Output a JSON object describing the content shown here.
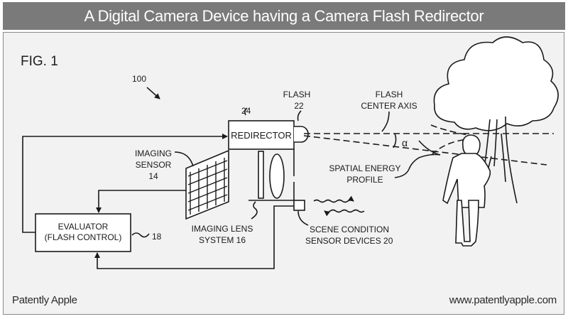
{
  "title": "A Digital Camera Device having a Camera Flash Redirector",
  "figure": {
    "label": "FIG. 1",
    "ref_system": "100",
    "blocks": {
      "redirector": {
        "label": "REDIRECTOR",
        "ref": "24"
      },
      "evaluator": {
        "line1": "EVALUATOR",
        "line2": "(FLASH CONTROL)",
        "ref": "18"
      }
    },
    "labels": {
      "flash_line1": "FLASH",
      "flash_line2": "22",
      "flash_axis_line1": "FLASH",
      "flash_axis_line2": "CENTER AXIS",
      "alpha": "α",
      "imaging_sensor_line1": "IMAGING",
      "imaging_sensor_line2": "SENSOR",
      "imaging_sensor_line3": "14",
      "spatial_line1": "SPATIAL ENERGY",
      "spatial_line2": "PROFILE",
      "lens_line1": "IMAGING LENS",
      "lens_line2": "SYSTEM 16",
      "scene_line1": "SCENE CONDITION",
      "scene_line2": "SENSOR DEVICES 20"
    }
  },
  "footer": {
    "brand": "Patently Apple",
    "url": "www.patentlyapple.com"
  }
}
